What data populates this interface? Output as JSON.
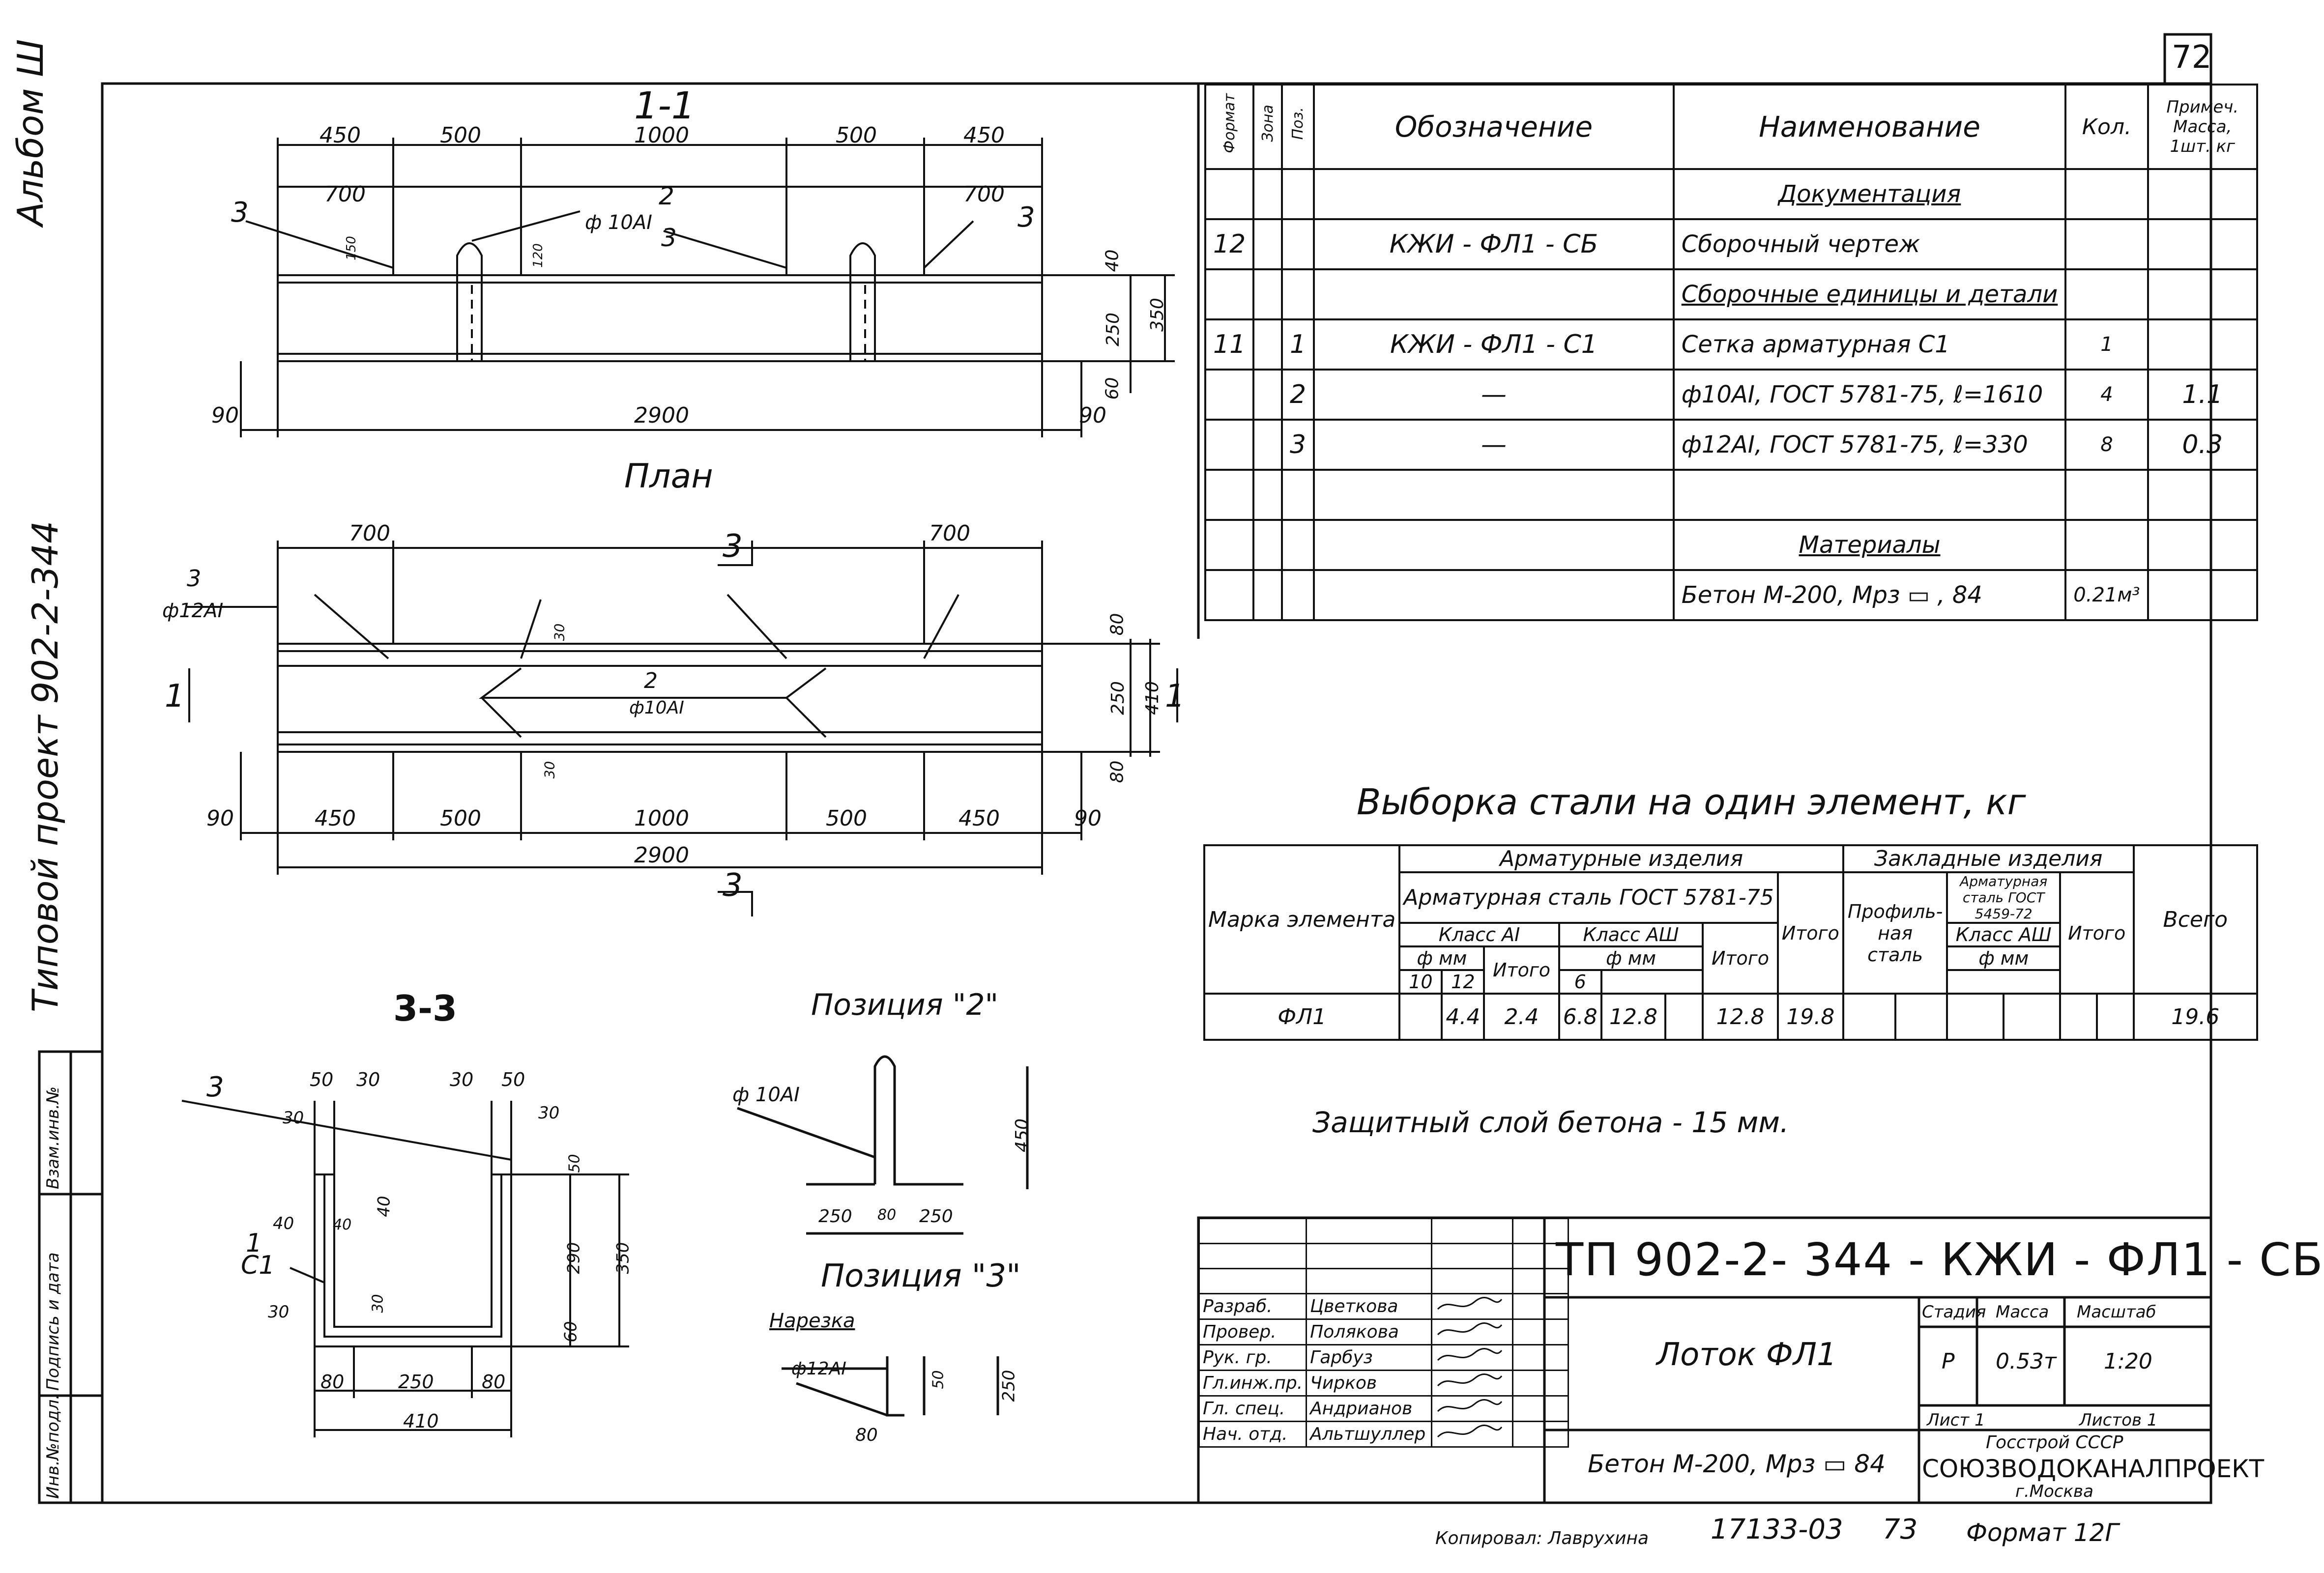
{
  "page_number": "72",
  "margin": {
    "album": "Альбом Ш",
    "project": "Типовой проект 902-2-344",
    "stamp_labels": [
      "Инв.№подл.",
      "Подпись и дата",
      "Взам.инв.№"
    ]
  },
  "section_1_1": {
    "title": "1-1",
    "dims_top": [
      "450",
      "500",
      "1000",
      "500",
      "450"
    ],
    "dims_second": [
      "700",
      "700"
    ],
    "dims_bottom": [
      "90",
      "2900",
      "90"
    ],
    "dims_right": [
      "40",
      "250",
      "60",
      "350"
    ],
    "small_dims": [
      "150",
      "120"
    ],
    "callouts": [
      "3",
      "2",
      "3",
      "3"
    ],
    "rebar_label": "ф 10AI"
  },
  "plan": {
    "title": "План",
    "dims_top": [
      "700",
      "700"
    ],
    "dims_bottom": [
      "90",
      "450",
      "500",
      "1000",
      "500",
      "450",
      "90"
    ],
    "overall": "2900",
    "dims_right": [
      "80",
      "250",
      "410",
      "80"
    ],
    "small_dims": [
      "30",
      "30"
    ],
    "labels": [
      "3",
      "ф12AI",
      "2",
      "ф10AI"
    ],
    "section_marks": [
      "3",
      "3",
      "1",
      "1"
    ]
  },
  "section_3_3": {
    "title": "3-3",
    "top_dims": [
      "50",
      "30",
      "30",
      "50"
    ],
    "side_dims": [
      "30",
      "30",
      "40",
      "40",
      "40",
      "30",
      "30",
      "50",
      "290",
      "350",
      "60"
    ],
    "bottom_dims": [
      "80",
      "250",
      "80",
      "410"
    ],
    "callouts": [
      "3",
      "1",
      "C1"
    ]
  },
  "pos2": {
    "title": "Позиция \"2\"",
    "rebar": "ф 10AI",
    "dims": [
      "450",
      "250",
      "80",
      "250"
    ]
  },
  "pos3": {
    "title": "Позиция \"3\"",
    "note": "Нарезка",
    "rebar": "ф12AI",
    "dims": [
      "50",
      "250",
      "80"
    ]
  },
  "spec": {
    "headers": [
      "Формат",
      "Зона",
      "Поз.",
      "Обозначение",
      "Наименование",
      "Кол.",
      "Примеч. Масса, 1шт. кг"
    ],
    "rows": [
      {
        "fmt": "",
        "zone": "",
        "pos": "",
        "code": "",
        "name": "Документация",
        "qty": "",
        "note": "",
        "u": true
      },
      {
        "fmt": "12",
        "zone": "",
        "pos": "",
        "code": "КЖИ - ФЛ1 - СБ",
        "name": "Сборочный  чертеж",
        "qty": "",
        "note": "",
        "u": false
      },
      {
        "fmt": "",
        "zone": "",
        "pos": "",
        "code": "",
        "name": "Сборочные единицы и детали",
        "qty": "",
        "note": "",
        "u": true
      },
      {
        "fmt": "11",
        "zone": "",
        "pos": "1",
        "code": "КЖИ - ФЛ1 - С1",
        "name": "Сетка  арматурная  С1",
        "qty": "1",
        "note": "",
        "u": false
      },
      {
        "fmt": "",
        "zone": "",
        "pos": "2",
        "code": "—",
        "name": "ф10AI, ГОСТ 5781-75,  ℓ=1610",
        "qty": "4",
        "note": "1.1",
        "u": false
      },
      {
        "fmt": "",
        "zone": "",
        "pos": "3",
        "code": "—",
        "name": "ф12AI, ГОСТ 5781-75,  ℓ=330",
        "qty": "8",
        "note": "0.3",
        "u": false
      },
      {
        "fmt": "",
        "zone": "",
        "pos": "",
        "code": "",
        "name": "",
        "qty": "",
        "note": "",
        "u": false
      },
      {
        "fmt": "",
        "zone": "",
        "pos": "",
        "code": "",
        "name": "Материалы",
        "qty": "",
        "note": "",
        "u": true
      },
      {
        "fmt": "",
        "zone": "",
        "pos": "",
        "code": "",
        "name": "Бетон М-200, Мрз ▭ , 84",
        "qty": "0.21м³",
        "note": "",
        "u": false
      }
    ]
  },
  "steel": {
    "title": "Выборка  стали  на  один  элемент,  кг",
    "h_mark": "Марка элемента",
    "h_arm": "Арматурные изделия",
    "h_arm_steel": "Арматурная сталь ГОСТ 5781-75",
    "h_class_ai": "Класс AI",
    "h_class_aiii": "Класс АШ",
    "h_phi": "ф мм",
    "d10": "10",
    "d12": "12",
    "d6": "6",
    "h_itogo": "Итого",
    "h_emb": "Закладные изделия",
    "h_profile": "Профиль-ная сталь",
    "h_arm2": "Арматурная сталь ГОСТ 5459-72",
    "h_class2": "Класс АШ",
    "h_total": "Всего",
    "row": {
      "mark": "ФЛ1",
      "v10": "4.4",
      "v12": "2.4",
      "it1": "6.8",
      "v6": "12.8",
      "it2": "12.8",
      "itogo": "19.8",
      "total": "19.6"
    }
  },
  "note": "Защитный  слой  бетона - 15 мм.",
  "title_block": {
    "code": "ТП 902-2-  344  - КЖИ - ФЛ1 - СБ",
    "name": "Лоток  ФЛ1",
    "material": "Бетон М-200, Мрз ▭ 84",
    "stage_h": "Стадия",
    "mass_h": "Масса",
    "scale_h": "Масштаб",
    "stage": "Р",
    "mass": "0.53т",
    "scale": "1:20",
    "sheet": "Лист 1",
    "sheets": "Листов 1",
    "org1": "Госстрой СССР",
    "org2": "СОЮЗВОДОКАНАЛПРОЕКТ",
    "city": "г.Москва",
    "staff": [
      {
        "role": "Разраб.",
        "name": "Цветкова"
      },
      {
        "role": "Провер.",
        "name": "Полякова"
      },
      {
        "role": "Рук. гр.",
        "name": "Гарбуз"
      },
      {
        "role": "Гл.инж.пр.",
        "name": "Чирков"
      },
      {
        "role": "Гл. спец.",
        "name": "Андрианов"
      },
      {
        "role": "Нач. отд.",
        "name": "Альтшуллер"
      }
    ]
  },
  "footer": {
    "copied": "Копировал: Лаврухина",
    "num": "17133-03",
    "page": "73",
    "format": "Формат 12Г"
  }
}
